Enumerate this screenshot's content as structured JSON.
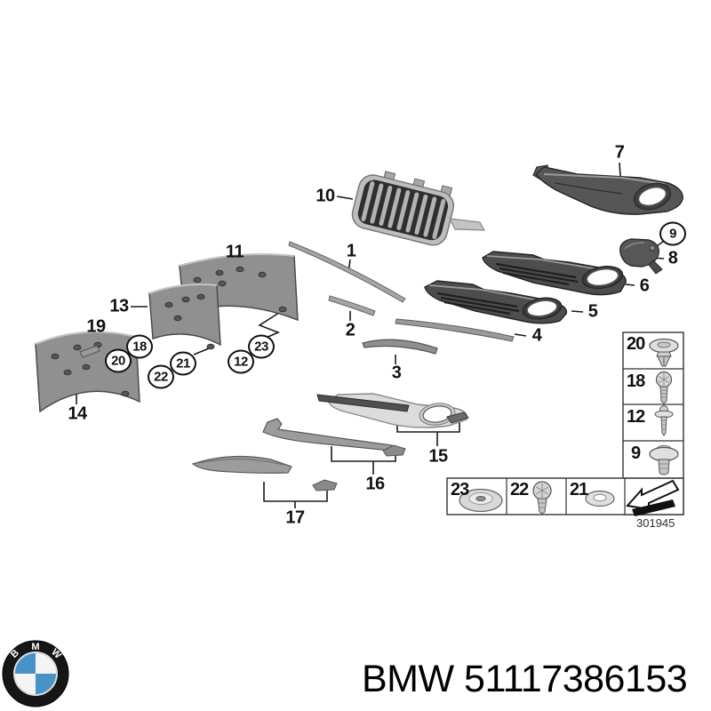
{
  "diagram": {
    "drawing_number": "301945",
    "callouts": {
      "p1": "1",
      "p2": "2",
      "p3": "3",
      "p4": "4",
      "p5": "5",
      "p6": "6",
      "p7": "7",
      "p8": "8",
      "p10": "10",
      "p11": "11",
      "p13": "13",
      "p14": "14",
      "p15": "15",
      "p16": "16",
      "p17": "17",
      "p19": "19"
    },
    "circled": {
      "c9": "9",
      "c12": "12",
      "c18": "18",
      "c20": "20",
      "c21": "21",
      "c22": "22",
      "c23": "23"
    },
    "legend_col": {
      "n20": "20",
      "n18": "18",
      "n12": "12",
      "n9": "9"
    },
    "legend_row": {
      "n23": "23",
      "n22": "22",
      "n21": "21"
    }
  },
  "footer": {
    "part_text": "BMW 51117386153",
    "logo_b": "B",
    "logo_m": "M",
    "logo_w": "W",
    "roundel_blue": "#4793c8"
  }
}
